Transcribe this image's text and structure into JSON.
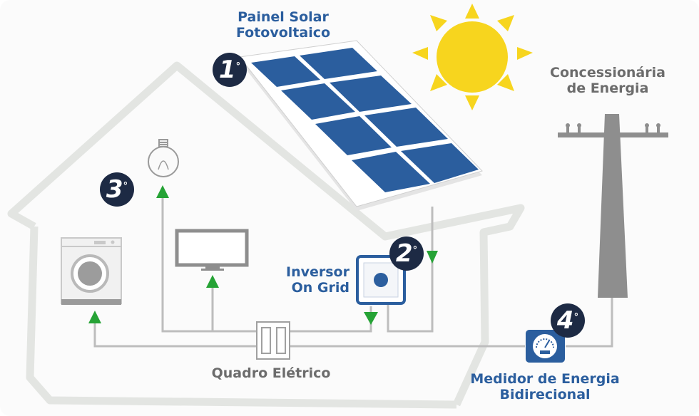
{
  "labels": {
    "solar_panel": [
      "Painel Solar",
      "Fotovoltaico"
    ],
    "utility": [
      "Concessionária",
      "de Energia"
    ],
    "inverter": [
      "Inversor",
      "On Grid"
    ],
    "panel_board": "Quadro Elétrico",
    "meter": [
      "Medidor de Energia",
      "Bidirecional"
    ]
  },
  "badges": {
    "panel": "1",
    "inverter": "2",
    "loads": "3",
    "meter": "4",
    "suffix": "°"
  },
  "colors": {
    "house_outline": "#e3e5e2",
    "wire": "#bdbdbd",
    "arrow": "#26a336",
    "panel_cell": "#2b5e9e",
    "sun": "#f7d51e",
    "pole": "#8e8e8e",
    "label_blue": "#2b5e9e",
    "label_gray": "#6c6c6c",
    "badge_bg": "#1d2a44"
  },
  "icons": [
    "solar-panel-icon",
    "sun-icon",
    "utility-pole-icon",
    "light-bulb-icon",
    "tv-icon",
    "washing-machine-icon",
    "inverter-icon",
    "electrical-panel-icon",
    "energy-meter-icon"
  ]
}
